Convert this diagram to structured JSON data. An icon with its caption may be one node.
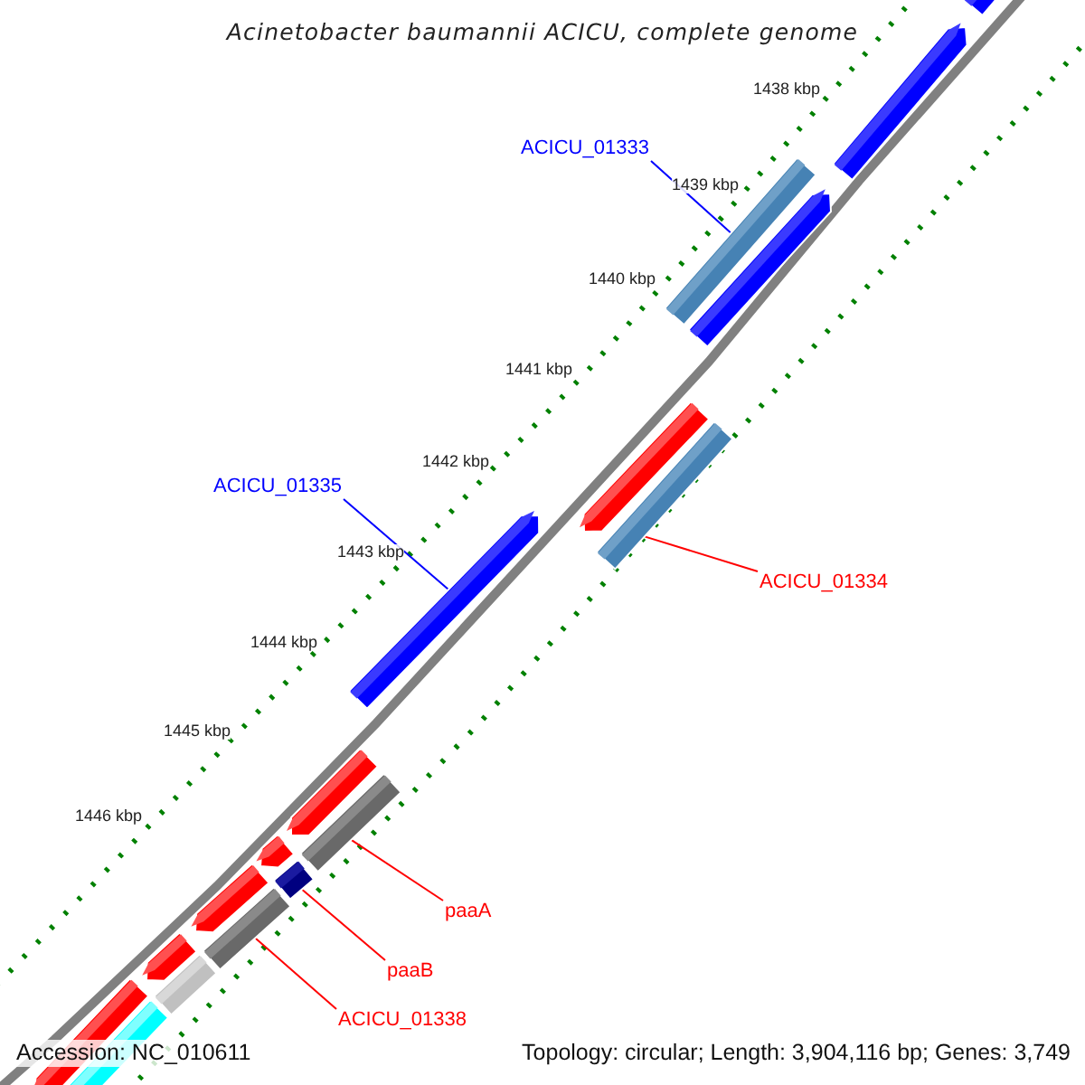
{
  "diagram": {
    "title": "Acinetobacter baumannii ACICU, complete genome",
    "nodes": [
      {
        "text": [
          "ACICU_01333"
        ]
      },
      {
        "text": [],
        "shape": "bar"
      },
      {
        "text": [
          "ACICU_01335"
        ]
      },
      {
        "text": [],
        "shape": "bar"
      },
      {
        "text": [],
        "shape": "bar"
      },
      {
        "text": [
          "ACICU_01334"
        ]
      },
      {
        "text": [],
        "shape": "bar"
      },
      {
        "text": [
          "paaA"
        ]
      },
      {
        "text": [],
        "shape": "bar"
      },
      {
        "text": [
          "paaB"
        ]
      },
      {
        "text": [],
        "shape": "bar"
      },
      {
        "text": [
          "ACICU_01338"
        ]
      }
    ],
    "edges": [
      {
        "from": 0,
        "to": 1,
        "arrow": "none",
        "color": "#0000ff"
      },
      {
        "from": 2,
        "to": 3,
        "arrow": "none",
        "color": "#0000ff"
      },
      {
        "from": 5,
        "to": 4,
        "arrow": "none"
      },
      {
        "from": 7,
        "to": 6,
        "arrow": "none"
      },
      {
        "from": 9,
        "to": 8,
        "arrow": "none"
      },
      {
        "from": 11,
        "to": 10,
        "arrow": "none"
      }
    ],
    "labels": [
      "1438 kbp",
      "1439 kbp",
      "1440 kbp",
      "1441 kbp",
      "1442 kbp",
      "1443 kbp",
      "1444 kbp",
      "1445 kbp",
      "1446 kbp",
      "Accession: NC_010611",
      "Topology: circular; Length: 3,904,116 bp; Genes: 3,749"
    ]
  }
}
